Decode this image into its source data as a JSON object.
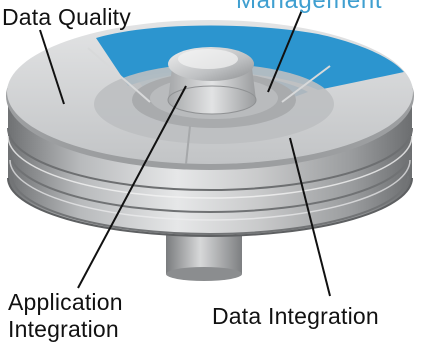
{
  "labels": {
    "data_quality": "Data Quality",
    "management": "Management",
    "application_integration_line1": "Application",
    "application_integration_line2": "Integration",
    "data_integration": "Data Integration"
  },
  "colors": {
    "accent_blue": "#2c95cf",
    "management_text": "#3f9fd0",
    "metal_light": "#d9dadb",
    "metal_dark": "#7f8183"
  }
}
